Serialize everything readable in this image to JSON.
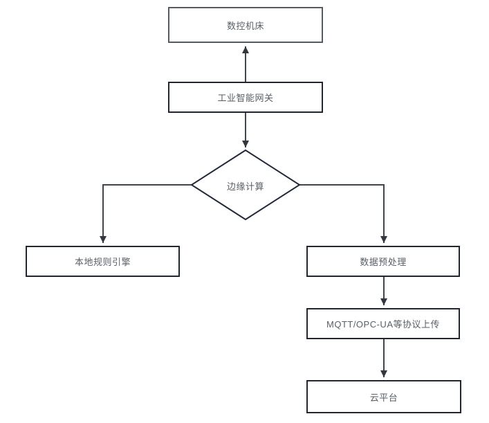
{
  "diagram": {
    "title": "edge-gateway-flowchart",
    "nodes": {
      "cnc": {
        "label": "数控机床",
        "shape": "rect"
      },
      "gateway": {
        "label": "工业智能网关",
        "shape": "rect"
      },
      "edge_computing": {
        "label": "边缘计算",
        "shape": "diamond"
      },
      "local_rules": {
        "label": "本地规则引擎",
        "shape": "rect"
      },
      "preprocess": {
        "label": "数据预处理",
        "shape": "rect"
      },
      "protocol_upload": {
        "label": "MQTT/OPC-UA等协议上传",
        "shape": "rect"
      },
      "cloud": {
        "label": "云平台",
        "shape": "rect"
      }
    },
    "edges": [
      {
        "from": "gateway",
        "to": "cnc",
        "direction": "up"
      },
      {
        "from": "gateway",
        "to": "edge_computing",
        "direction": "down"
      },
      {
        "from": "edge_computing",
        "to": "local_rules",
        "direction": "left-down"
      },
      {
        "from": "edge_computing",
        "to": "preprocess",
        "direction": "right-down"
      },
      {
        "from": "preprocess",
        "to": "protocol_upload",
        "direction": "down"
      },
      {
        "from": "protocol_upload",
        "to": "cloud",
        "direction": "down"
      }
    ],
    "colors": {
      "background": "#ffffff",
      "node_fill": "#ffffff",
      "node_border_dark": "#20252f",
      "node_border_gray": "#565b63",
      "diamond_border": "#232a38",
      "connector": "#41454e",
      "text": "#595f66"
    }
  }
}
